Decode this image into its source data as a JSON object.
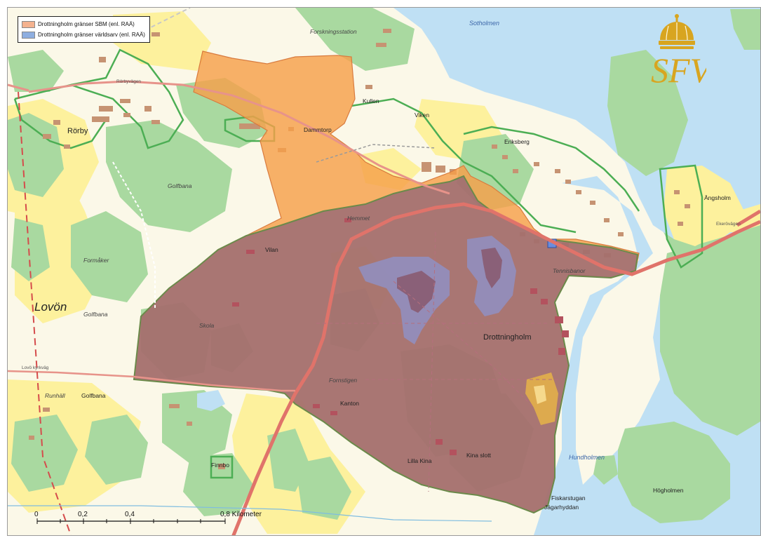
{
  "legend": {
    "items": [
      {
        "label": "Drottningholm gränser SBM (enl. RAÄ)",
        "color": "#f4b28f"
      },
      {
        "label": "Drottningholm gränser världsarv (enl. RAÄ)",
        "color": "#8eaee0"
      }
    ]
  },
  "logo": {
    "text": "SFV",
    "color": "#d8a520"
  },
  "places": {
    "lovon": "Lovön",
    "rorby": "Rörby",
    "drottningholm": "Drottningholm",
    "kanton": "Kanton",
    "vilan": "Vilan",
    "hogholmen": "Högholmen",
    "angsholm": "Ängsholm",
    "eriksberg": "Eriksberg",
    "kullen": "Kullen",
    "viken": "Viken",
    "dammtorp": "Dammtorp",
    "finnbo": "Finnbo",
    "lilla_kina": "Lilla Kina",
    "kina_slott": "Kina slott",
    "fiskarstugan": "Fiskarstugan",
    "jagarhyddan": "Jägarhyddan",
    "forskningsstation": "Forskningsstation",
    "sotholmen": "Sotholmen",
    "golfbana_1": "Golfbana",
    "golfbana_2": "Golfbana",
    "golfbana_3": "Golfbana",
    "formaker": "Formåker",
    "runhall": "Runhäll",
    "hemmet": "Hemmet",
    "skola": "Skola",
    "fornstigen": "Fornstigen",
    "tennisbanor": "Tennisbanor",
    "hundholmen": "Hundholmen"
  },
  "roads": {
    "lovo_kyrkvag": "Lovö kyrkväg",
    "rorbyvagen": "Rörbyvägen",
    "ekerovagen": "Ekerövägen"
  },
  "scalebar": {
    "labels": [
      "0",
      "0,2",
      "0,4",
      "0,8 Kilometer"
    ]
  },
  "colors": {
    "water": "#bfe0f4",
    "forest": "#a9d9a0",
    "field": "#fdf19d",
    "open": "#fbf8e8",
    "sbm": "#f5a04a",
    "world_heritage": "#8a6078",
    "main_road": "#e0736a",
    "settlement_border": "#4cae54"
  }
}
